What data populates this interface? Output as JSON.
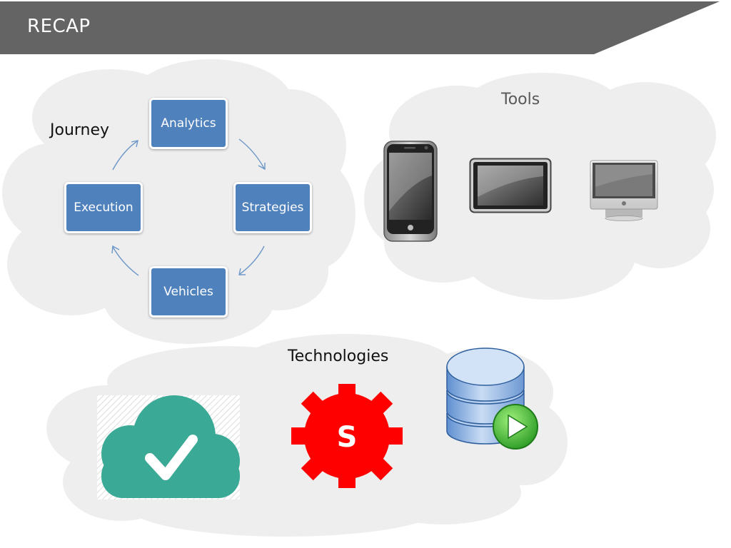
{
  "header": {
    "title": "RECAP"
  },
  "journey": {
    "label": "Journey",
    "steps": {
      "analytics": "Analytics",
      "strategies": "Strategies",
      "vehicles": "Vehicles",
      "execution": "Execution"
    }
  },
  "tools": {
    "label": "Tools",
    "icons": [
      "smartphone-icon",
      "tablet-icon",
      "desktop-computer-icon"
    ]
  },
  "technologies": {
    "label": "Technologies",
    "icons": [
      "cloud-checkmark-icon",
      "red-gear-s-icon",
      "database-play-icon"
    ],
    "gear_letter": "S"
  },
  "colors": {
    "header_bar": "#646464",
    "step_box": "#4f81bd",
    "cloud": "#eeeeee",
    "cloud_icon": "#3aaa96",
    "gear": "#ff0000",
    "database": "#8fb4e0",
    "play": "#3cb83c"
  }
}
